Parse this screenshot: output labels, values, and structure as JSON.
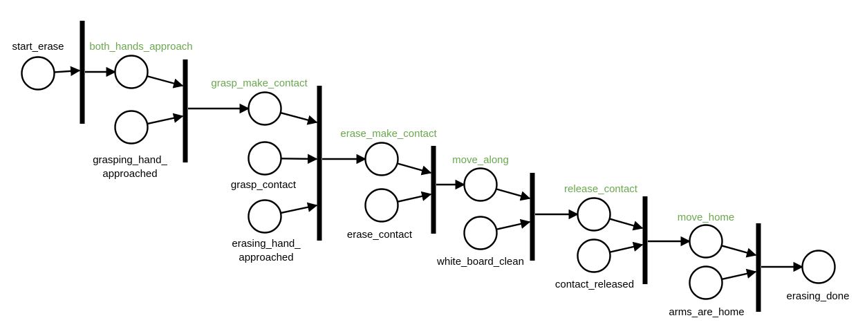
{
  "colors": {
    "transition_label": "#6aa84f",
    "stroke": "#000000"
  },
  "places": {
    "start_erase": {
      "label": [
        "start_erase"
      ]
    },
    "p_bha": {
      "label": []
    },
    "grasping_hand_approached": {
      "label": [
        "grasping_hand_",
        "approached"
      ]
    },
    "p_gmc": {
      "label": []
    },
    "grasp_contact": {
      "label": [
        "grasp_contact"
      ]
    },
    "erasing_hand_approached": {
      "label": [
        "erasing_hand_",
        "approached"
      ]
    },
    "p_emc": {
      "label": []
    },
    "erase_contact": {
      "label": [
        "erase_contact"
      ]
    },
    "p_ma": {
      "label": []
    },
    "white_board_clean": {
      "label": [
        "white_board_clean"
      ]
    },
    "p_rc": {
      "label": []
    },
    "contact_released": {
      "label": [
        "contact_released"
      ]
    },
    "p_mh": {
      "label": []
    },
    "arms_are_home": {
      "label": [
        "arms_are_home"
      ]
    },
    "erasing_done": {
      "label": [
        "erasing_done"
      ]
    }
  },
  "transitions": {
    "t1": {
      "label": "both_hands_approach"
    },
    "t2": {
      "label": "grasp_make_contact"
    },
    "t3": {
      "label": "erase_make_contact"
    },
    "t4": {
      "label": "move_along"
    },
    "t5": {
      "label": "release_contact"
    },
    "t6": {
      "label": "move_home"
    },
    "t7": {
      "label": ""
    }
  },
  "arcs": [
    {
      "from": "start_erase",
      "to": "t1"
    },
    {
      "from": "t1",
      "to": "p_bha"
    },
    {
      "from": "p_bha",
      "to": "t2"
    },
    {
      "from": "grasping_hand_approached",
      "to": "t2"
    },
    {
      "from": "t2",
      "to": "p_gmc"
    },
    {
      "from": "p_gmc",
      "to": "t3"
    },
    {
      "from": "grasp_contact",
      "to": "t3"
    },
    {
      "from": "erasing_hand_approached",
      "to": "t3"
    },
    {
      "from": "t3",
      "to": "p_emc"
    },
    {
      "from": "p_emc",
      "to": "t4"
    },
    {
      "from": "erase_contact",
      "to": "t4"
    },
    {
      "from": "t4",
      "to": "p_ma"
    },
    {
      "from": "p_ma",
      "to": "t5"
    },
    {
      "from": "white_board_clean",
      "to": "t5"
    },
    {
      "from": "t5",
      "to": "p_rc"
    },
    {
      "from": "p_rc",
      "to": "t6"
    },
    {
      "from": "contact_released",
      "to": "t6"
    },
    {
      "from": "t6",
      "to": "p_mh"
    },
    {
      "from": "p_mh",
      "to": "t7"
    },
    {
      "from": "arms_are_home",
      "to": "t7"
    },
    {
      "from": "t7",
      "to": "erasing_done"
    }
  ]
}
